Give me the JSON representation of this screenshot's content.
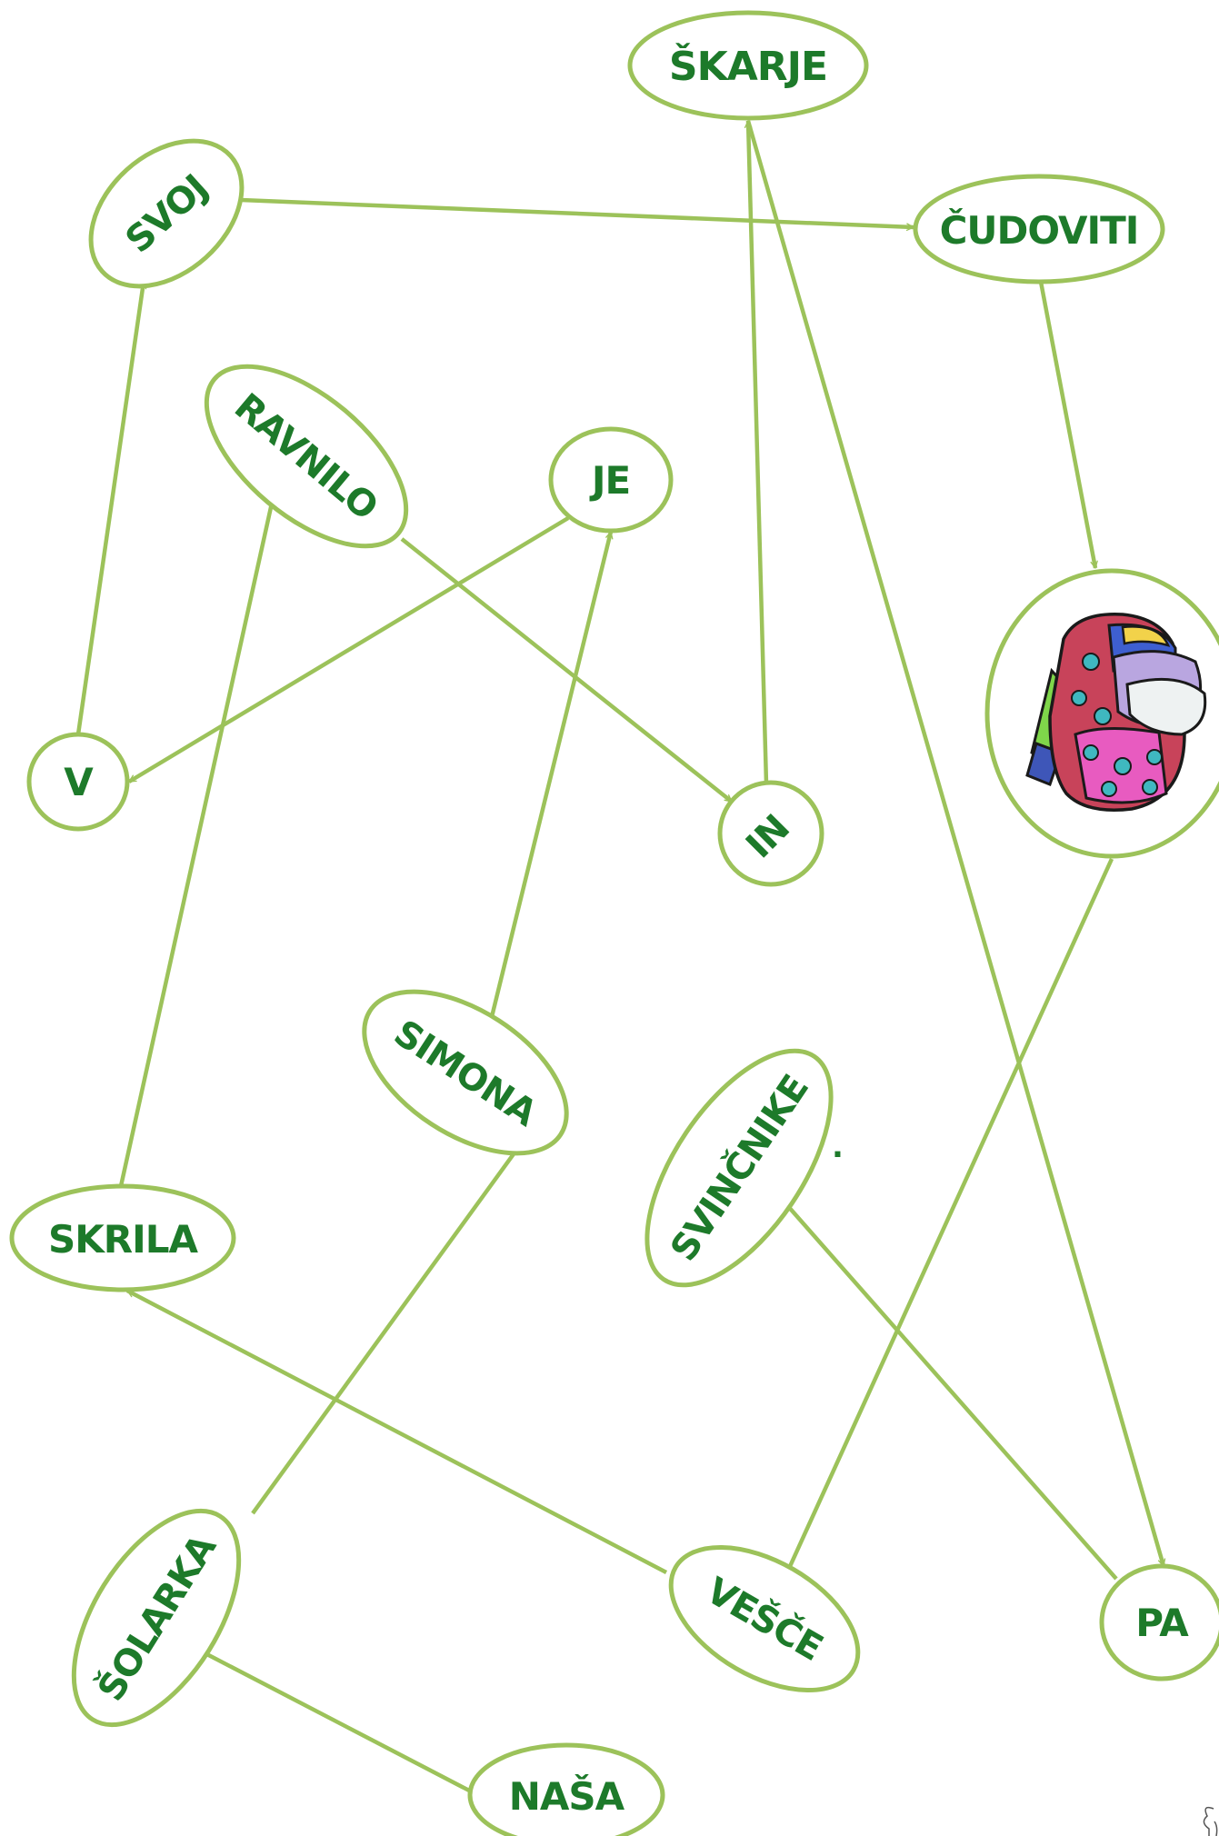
{
  "nodes": {
    "skarje": "ŠKARJE",
    "svoj": "SVOJ",
    "cudoviti": "ČUDOVITI",
    "ravnilo": "RAVNILO",
    "je": "JE",
    "v": "V",
    "in": "IN",
    "simona": "SIMONA",
    "svincnike": "SVINČNIKE",
    "period": ".",
    "skrila": "SKRILA",
    "solarka": "ŠOLARKA",
    "vesce": "VEŠČE",
    "pa": "PA",
    "nasa": "NAŠA"
  },
  "backpack_icon": "backpack-icon",
  "colors": {
    "line": "#9cc25a",
    "text": "#1d7a2a"
  },
  "sequence": [
    "NAŠA",
    "ŠOLARKA",
    "SIMONA",
    "JE",
    "V",
    "SVOJ",
    "ČUDOVITI",
    "backpack",
    "VEŠČE",
    "SKRILA",
    "RAVNILO",
    "IN",
    "ŠKARJE",
    "PA",
    "SVINČNIKE"
  ]
}
